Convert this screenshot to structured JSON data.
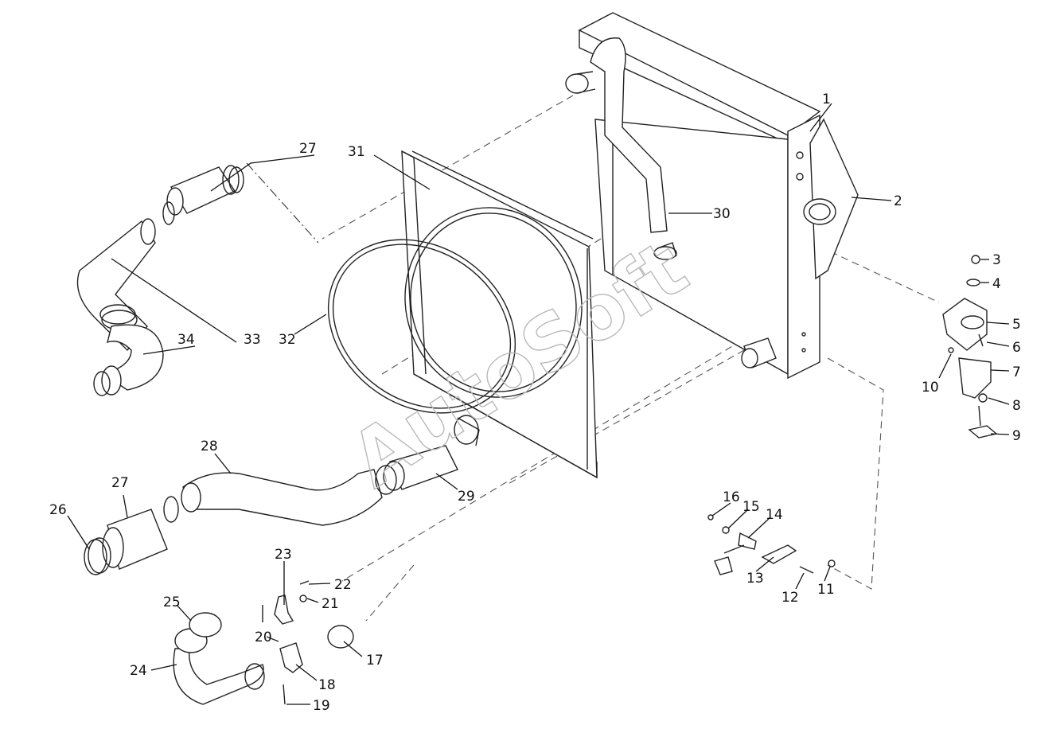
{
  "watermark": "AutoSoft",
  "callouts": [
    {
      "id": "c1",
      "text": "1"
    },
    {
      "id": "c2",
      "text": "2"
    },
    {
      "id": "c3",
      "text": "3"
    },
    {
      "id": "c4",
      "text": "4"
    },
    {
      "id": "c5",
      "text": "5"
    },
    {
      "id": "c6",
      "text": "6"
    },
    {
      "id": "c7",
      "text": "7"
    },
    {
      "id": "c8",
      "text": "8"
    },
    {
      "id": "c9",
      "text": "9"
    },
    {
      "id": "c10",
      "text": "10"
    },
    {
      "id": "c11",
      "text": "11"
    },
    {
      "id": "c12",
      "text": "12"
    },
    {
      "id": "c13",
      "text": "13"
    },
    {
      "id": "c14",
      "text": "14"
    },
    {
      "id": "c15",
      "text": "15"
    },
    {
      "id": "c16",
      "text": "16"
    },
    {
      "id": "c17",
      "text": "17"
    },
    {
      "id": "c18",
      "text": "18"
    },
    {
      "id": "c19",
      "text": "19"
    },
    {
      "id": "c20",
      "text": "20"
    },
    {
      "id": "c21",
      "text": "21"
    },
    {
      "id": "c22",
      "text": "22"
    },
    {
      "id": "c23",
      "text": "23"
    },
    {
      "id": "c24",
      "text": "24"
    },
    {
      "id": "c25",
      "text": "25"
    },
    {
      "id": "c26",
      "text": "26"
    },
    {
      "id": "c27a",
      "text": "27"
    },
    {
      "id": "c27b",
      "text": "27"
    },
    {
      "id": "c28",
      "text": "28"
    },
    {
      "id": "c29",
      "text": "29"
    },
    {
      "id": "c30",
      "text": "30"
    },
    {
      "id": "c31",
      "text": "31"
    },
    {
      "id": "c32",
      "text": "32"
    },
    {
      "id": "c33",
      "text": "33"
    },
    {
      "id": "c34",
      "text": "34"
    }
  ]
}
